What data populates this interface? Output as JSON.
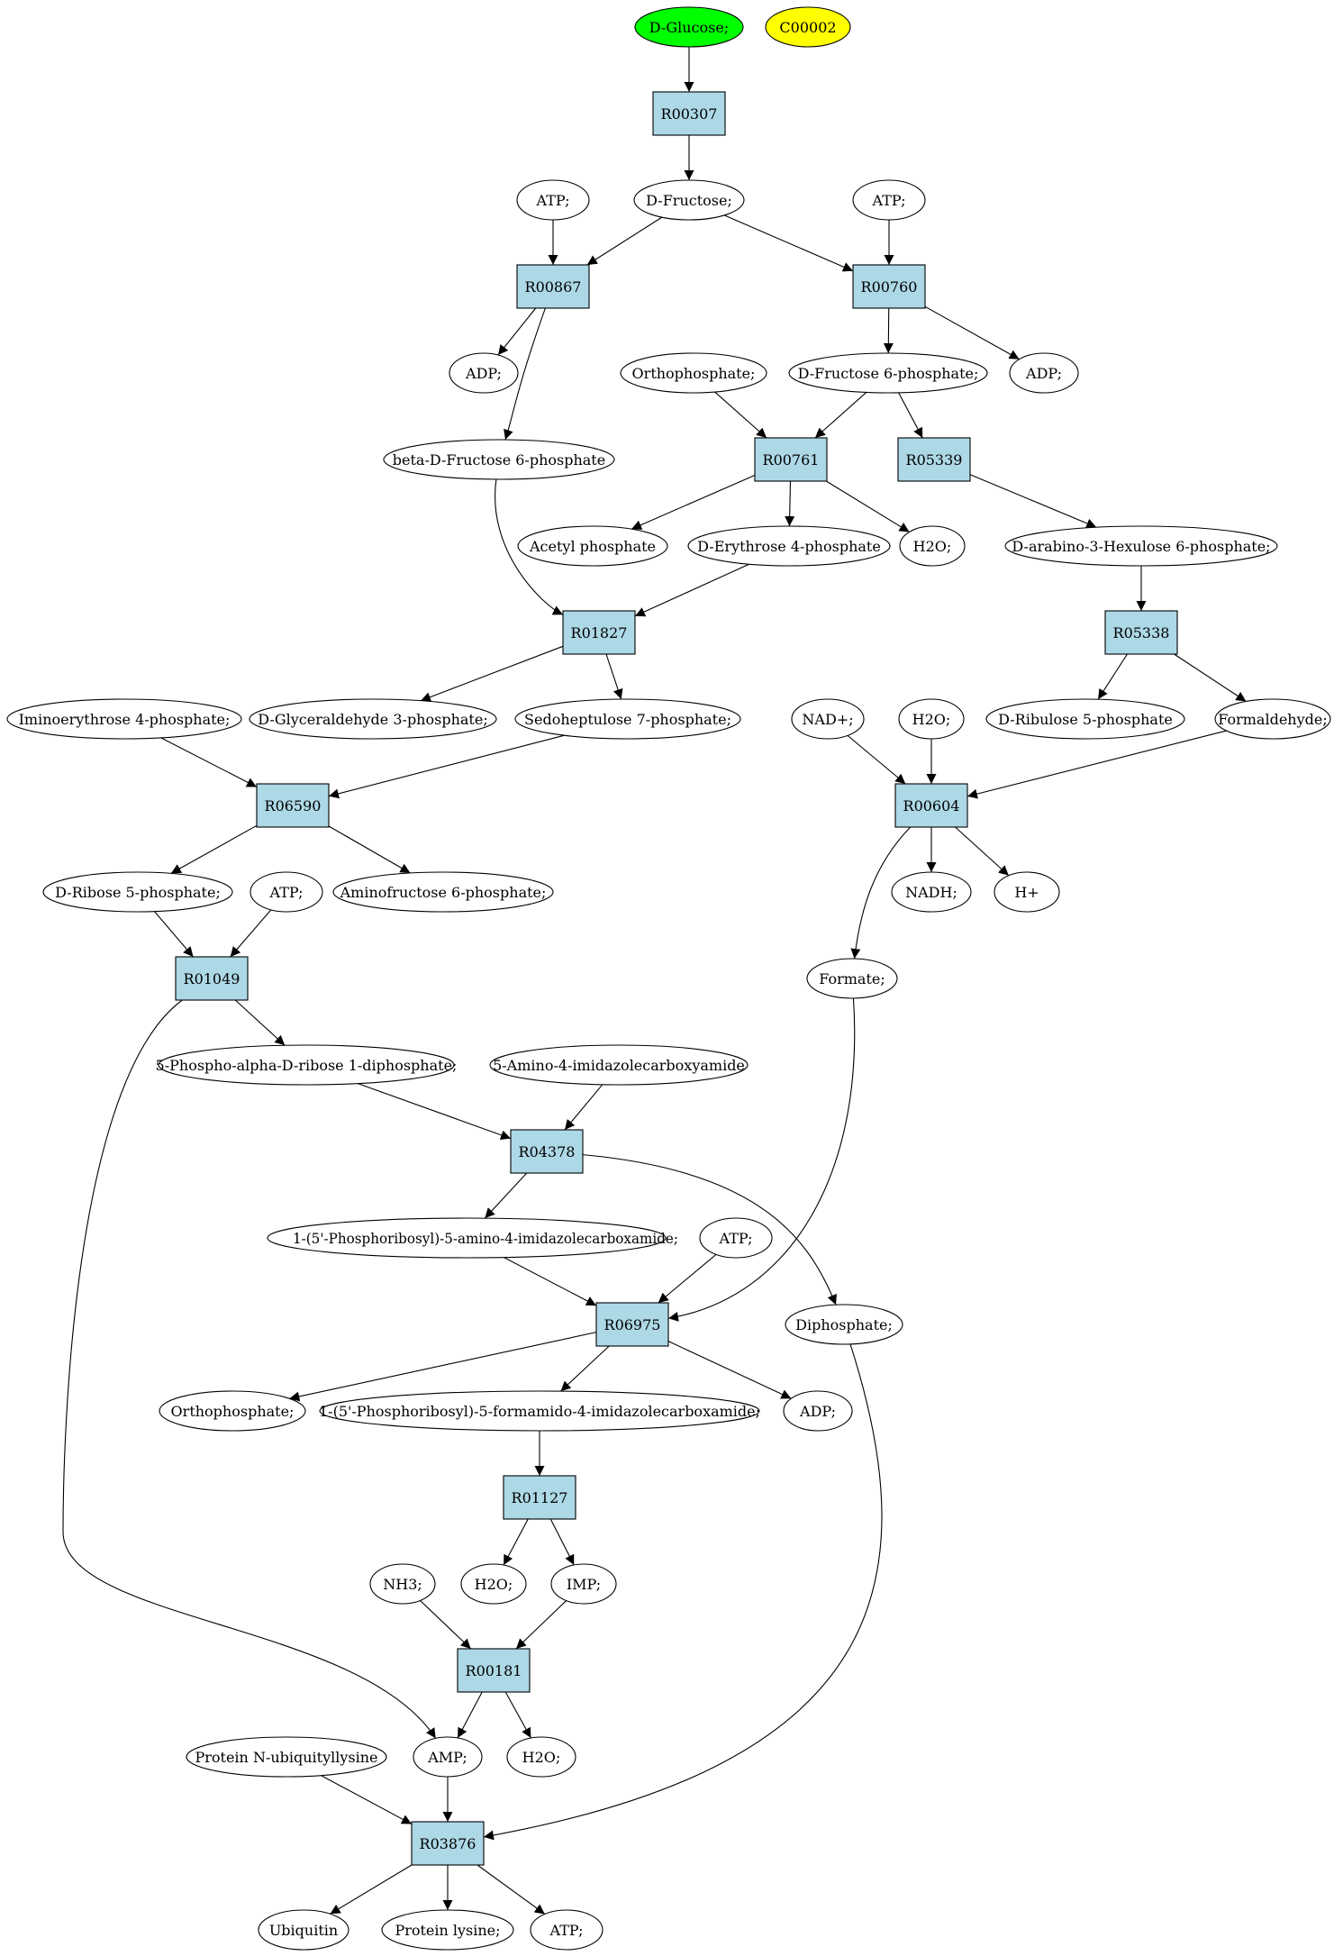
{
  "colors": {
    "compound_fill": "#ffffff",
    "reaction_fill": "#add8e6",
    "start_fill": "#00ff00",
    "target_fill": "#ffff00",
    "stroke": "#000000"
  },
  "nodes": [
    {
      "id": "glucose",
      "label": "D-Glucose;",
      "kind": "start"
    },
    {
      "id": "c00002",
      "label": "C00002",
      "kind": "target"
    },
    {
      "id": "r00307",
      "label": "R00307",
      "kind": "reaction"
    },
    {
      "id": "atp1",
      "label": "ATP;",
      "kind": "compound"
    },
    {
      "id": "fructose",
      "label": "D-Fructose;",
      "kind": "compound"
    },
    {
      "id": "atp2",
      "label": "ATP;",
      "kind": "compound"
    },
    {
      "id": "r00867",
      "label": "R00867",
      "kind": "reaction"
    },
    {
      "id": "r00760",
      "label": "R00760",
      "kind": "reaction"
    },
    {
      "id": "adp1",
      "label": "ADP;",
      "kind": "compound"
    },
    {
      "id": "orthophosphate1",
      "label": "Orthophosphate;",
      "kind": "compound"
    },
    {
      "id": "f6p",
      "label": "D-Fructose 6-phosphate;",
      "kind": "compound"
    },
    {
      "id": "adp2",
      "label": "ADP;",
      "kind": "compound"
    },
    {
      "id": "betaf6p",
      "label": "beta-D-Fructose 6-phosphate",
      "kind": "compound"
    },
    {
      "id": "r00761",
      "label": "R00761",
      "kind": "reaction"
    },
    {
      "id": "r05339",
      "label": "R05339",
      "kind": "reaction"
    },
    {
      "id": "acetylp",
      "label": "Acetyl phosphate",
      "kind": "compound"
    },
    {
      "id": "e4p",
      "label": "D-Erythrose 4-phosphate",
      "kind": "compound"
    },
    {
      "id": "h2o1",
      "label": "H2O;",
      "kind": "compound"
    },
    {
      "id": "hexulose",
      "label": "D-arabino-3-Hexulose 6-phosphate;",
      "kind": "compound"
    },
    {
      "id": "r01827",
      "label": "R01827",
      "kind": "reaction"
    },
    {
      "id": "r05338",
      "label": "R05338",
      "kind": "reaction"
    },
    {
      "id": "iminoerythrose",
      "label": "Iminoerythrose 4-phosphate;",
      "kind": "compound"
    },
    {
      "id": "g3p",
      "label": "D-Glyceraldehyde 3-phosphate;",
      "kind": "compound"
    },
    {
      "id": "s7p",
      "label": "Sedoheptulose 7-phosphate;",
      "kind": "compound"
    },
    {
      "id": "nad",
      "label": "NAD+;",
      "kind": "compound"
    },
    {
      "id": "h2o2",
      "label": "H2O;",
      "kind": "compound"
    },
    {
      "id": "ribulose5p",
      "label": "D-Ribulose 5-phosphate",
      "kind": "compound"
    },
    {
      "id": "formaldehyde",
      "label": "Formaldehyde;",
      "kind": "compound"
    },
    {
      "id": "r06590",
      "label": "R06590",
      "kind": "reaction"
    },
    {
      "id": "r00604",
      "label": "R00604",
      "kind": "reaction"
    },
    {
      "id": "ribose5p",
      "label": "D-Ribose 5-phosphate;",
      "kind": "compound"
    },
    {
      "id": "atp3",
      "label": "ATP;",
      "kind": "compound"
    },
    {
      "id": "aminofructose",
      "label": "Aminofructose 6-phosphate;",
      "kind": "compound"
    },
    {
      "id": "nadh",
      "label": "NADH;",
      "kind": "compound"
    },
    {
      "id": "hplus",
      "label": "H+",
      "kind": "compound"
    },
    {
      "id": "r01049",
      "label": "R01049",
      "kind": "reaction"
    },
    {
      "id": "formate",
      "label": "Formate;",
      "kind": "compound"
    },
    {
      "id": "prpp",
      "label": "5-Phospho-alpha-D-ribose 1-diphosphate;",
      "kind": "compound"
    },
    {
      "id": "aica",
      "label": "5-Amino-4-imidazolecarboxyamide",
      "kind": "compound"
    },
    {
      "id": "r04378",
      "label": "R04378",
      "kind": "reaction"
    },
    {
      "id": "aicar",
      "label": "1-(5'-Phosphoribosyl)-5-amino-4-imidazolecarboxamide;",
      "kind": "compound"
    },
    {
      "id": "atp4",
      "label": "ATP;",
      "kind": "compound"
    },
    {
      "id": "diphosphate",
      "label": "Diphosphate;",
      "kind": "compound"
    },
    {
      "id": "r06975",
      "label": "R06975",
      "kind": "reaction"
    },
    {
      "id": "orthophosphate2",
      "label": "Orthophosphate;",
      "kind": "compound"
    },
    {
      "id": "faicar",
      "label": "1-(5'-Phosphoribosyl)-5-formamido-4-imidazolecarboxamide;",
      "kind": "compound"
    },
    {
      "id": "adp3",
      "label": "ADP;",
      "kind": "compound"
    },
    {
      "id": "r01127",
      "label": "R01127",
      "kind": "reaction"
    },
    {
      "id": "nh3",
      "label": "NH3;",
      "kind": "compound"
    },
    {
      "id": "h2o3",
      "label": "H2O;",
      "kind": "compound"
    },
    {
      "id": "imp",
      "label": "IMP;",
      "kind": "compound"
    },
    {
      "id": "r00181",
      "label": "R00181",
      "kind": "reaction"
    },
    {
      "id": "proteinub",
      "label": "Protein N-ubiquityllysine",
      "kind": "compound"
    },
    {
      "id": "amp",
      "label": "AMP;",
      "kind": "compound"
    },
    {
      "id": "h2o4",
      "label": "H2O;",
      "kind": "compound"
    },
    {
      "id": "r03876",
      "label": "R03876",
      "kind": "reaction"
    },
    {
      "id": "ubiquitin",
      "label": "Ubiquitin",
      "kind": "compound"
    },
    {
      "id": "proteinlys",
      "label": "Protein lysine;",
      "kind": "compound"
    },
    {
      "id": "atp5",
      "label": "ATP;",
      "kind": "compound"
    }
  ],
  "edges": [
    {
      "from": "glucose",
      "to": "r00307"
    },
    {
      "from": "r00307",
      "to": "fructose"
    },
    {
      "from": "atp1",
      "to": "r00867"
    },
    {
      "from": "fructose",
      "to": "r00867"
    },
    {
      "from": "fructose",
      "to": "r00760"
    },
    {
      "from": "atp2",
      "to": "r00760"
    },
    {
      "from": "r00867",
      "to": "adp1"
    },
    {
      "from": "r00867",
      "to": "betaf6p"
    },
    {
      "from": "r00760",
      "to": "f6p"
    },
    {
      "from": "r00760",
      "to": "adp2"
    },
    {
      "from": "orthophosphate1",
      "to": "r00761"
    },
    {
      "from": "f6p",
      "to": "r00761"
    },
    {
      "from": "f6p",
      "to": "r05339"
    },
    {
      "from": "r00761",
      "to": "acetylp"
    },
    {
      "from": "r00761",
      "to": "e4p"
    },
    {
      "from": "r00761",
      "to": "h2o1"
    },
    {
      "from": "r05339",
      "to": "hexulose"
    },
    {
      "from": "betaf6p",
      "to": "r01827"
    },
    {
      "from": "e4p",
      "to": "r01827"
    },
    {
      "from": "hexulose",
      "to": "r05338"
    },
    {
      "from": "r01827",
      "to": "g3p"
    },
    {
      "from": "r01827",
      "to": "s7p"
    },
    {
      "from": "r05338",
      "to": "ribulose5p"
    },
    {
      "from": "r05338",
      "to": "formaldehyde"
    },
    {
      "from": "iminoerythrose",
      "to": "r06590"
    },
    {
      "from": "s7p",
      "to": "r06590"
    },
    {
      "from": "nad",
      "to": "r00604"
    },
    {
      "from": "h2o2",
      "to": "r00604"
    },
    {
      "from": "formaldehyde",
      "to": "r00604"
    },
    {
      "from": "r06590",
      "to": "ribose5p"
    },
    {
      "from": "r06590",
      "to": "aminofructose"
    },
    {
      "from": "r00604",
      "to": "nadh"
    },
    {
      "from": "r00604",
      "to": "hplus"
    },
    {
      "from": "r00604",
      "to": "formate"
    },
    {
      "from": "ribose5p",
      "to": "r01049"
    },
    {
      "from": "atp3",
      "to": "r01049"
    },
    {
      "from": "r01049",
      "to": "prpp"
    },
    {
      "from": "r01049",
      "to": "amp"
    },
    {
      "from": "prpp",
      "to": "r04378"
    },
    {
      "from": "aica",
      "to": "r04378"
    },
    {
      "from": "r04378",
      "to": "aicar"
    },
    {
      "from": "r04378",
      "to": "diphosphate"
    },
    {
      "from": "aicar",
      "to": "r06975"
    },
    {
      "from": "atp4",
      "to": "r06975"
    },
    {
      "from": "formate",
      "to": "r06975"
    },
    {
      "from": "r06975",
      "to": "orthophosphate2"
    },
    {
      "from": "r06975",
      "to": "faicar"
    },
    {
      "from": "r06975",
      "to": "adp3"
    },
    {
      "from": "faicar",
      "to": "r01127"
    },
    {
      "from": "r01127",
      "to": "h2o3"
    },
    {
      "from": "r01127",
      "to": "imp"
    },
    {
      "from": "nh3",
      "to": "r00181"
    },
    {
      "from": "imp",
      "to": "r00181"
    },
    {
      "from": "r00181",
      "to": "amp"
    },
    {
      "from": "r00181",
      "to": "h2o4"
    },
    {
      "from": "proteinub",
      "to": "r03876"
    },
    {
      "from": "amp",
      "to": "r03876"
    },
    {
      "from": "diphosphate",
      "to": "r03876"
    },
    {
      "from": "r03876",
      "to": "ubiquitin"
    },
    {
      "from": "r03876",
      "to": "proteinlys"
    },
    {
      "from": "r03876",
      "to": "atp5"
    }
  ]
}
